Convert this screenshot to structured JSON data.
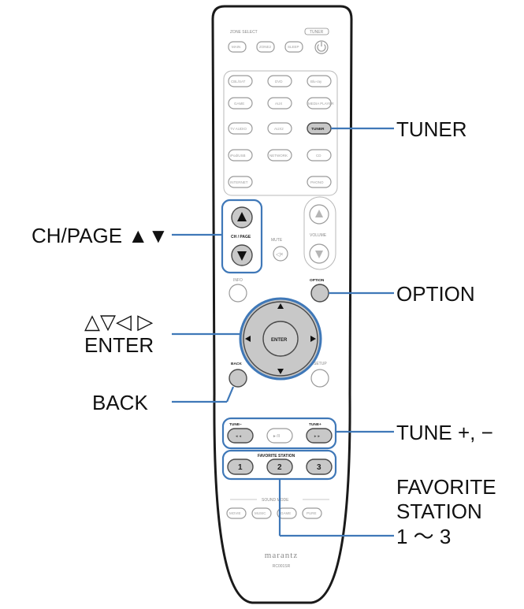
{
  "remote": {
    "brand": "marantz",
    "model": "RC001SR",
    "top_labels": {
      "zone": "ZONE SELECT",
      "tuner_key": "TUNER"
    },
    "zone_buttons": [
      "MAIN",
      "ZONE2",
      "SLEEP"
    ],
    "source_rows": [
      [
        "CBL/SAT",
        "DVD",
        "Blu-ray"
      ],
      [
        "GAME",
        "AUX",
        "MEDIA PLAYER"
      ],
      [
        "TV AUDIO",
        "AUX2",
        "TUNER"
      ],
      [
        "iPod/USB",
        "NETWORK",
        "CD"
      ],
      [
        "INTERNET",
        "",
        "PHONO"
      ]
    ],
    "ch_page": "CH / PAGE",
    "mute": "MUTE",
    "volume": "VOLUME",
    "info": "INFO",
    "option": "OPTION",
    "enter": "ENTER",
    "back": "BACK",
    "setup": "SETUP",
    "tune_minus": "TUNE−",
    "tune_plus": "TUNE+",
    "favorite_station": "FAVORITE STATION",
    "favorite_numbers": [
      "1",
      "2",
      "3"
    ],
    "transport": "◄◄   ►/II   ►►",
    "bottom_modes": [
      "MOVIE",
      "MUSIC",
      "GAME",
      "PURE"
    ],
    "bottom_group": "SOUND MODE"
  },
  "callouts": {
    "tuner": "TUNER",
    "ch_page": "CH/PAGE ▲▼",
    "option": "OPTION",
    "cursor_line1": "△▽◁ ▷",
    "cursor_line2": "ENTER",
    "back": "BACK",
    "tune": "TUNE +, −",
    "favorite_line1": "FAVORITE",
    "favorite_line2": "STATION",
    "favorite_line3": "1 ～ 3"
  }
}
